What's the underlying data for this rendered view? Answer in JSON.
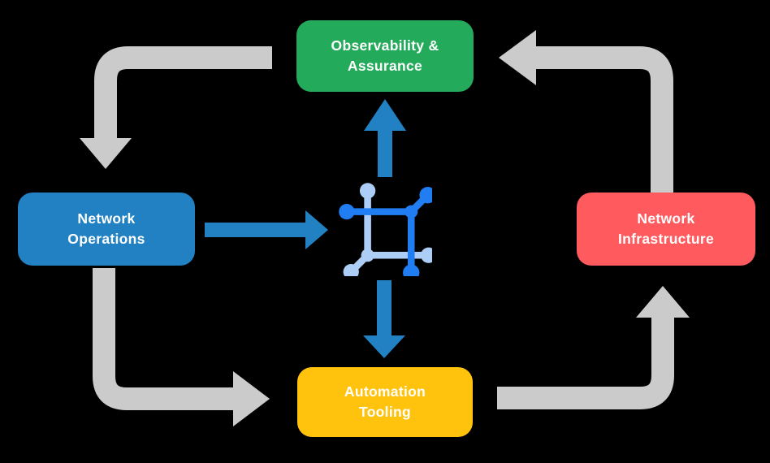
{
  "diagram": {
    "background_color": "#000000",
    "text_color": "#ffffff",
    "nodes": [
      {
        "id": "observability-assurance",
        "label": "Observability &\nAssurance",
        "color": "#23ab5b"
      },
      {
        "id": "network-operations",
        "label": "Network\nOperations",
        "color": "#2181c3"
      },
      {
        "id": "network-infrastructure",
        "label": "Network\nInfrastructure",
        "color": "#ff5a5e"
      },
      {
        "id": "automation-tooling",
        "label": "Automation\nTooling",
        "color": "#ffc20d"
      }
    ],
    "center_icon": {
      "name": "network-automation-icon",
      "dark_blue": "#217df2",
      "light_blue": "#abcdf6"
    },
    "arrows": {
      "cycle_color": "#cbcbcb",
      "core_color": "#2181c3",
      "cycle": [
        {
          "from": "observability-assurance",
          "to": "network-operations"
        },
        {
          "from": "network-operations",
          "to": "automation-tooling"
        },
        {
          "from": "automation-tooling",
          "to": "network-infrastructure"
        },
        {
          "from": "network-infrastructure",
          "to": "observability-assurance"
        }
      ],
      "core": [
        {
          "from": "network-operations",
          "to": "center-icon"
        },
        {
          "from": "center-icon",
          "to": "observability-assurance"
        },
        {
          "from": "center-icon",
          "to": "automation-tooling"
        }
      ]
    }
  }
}
